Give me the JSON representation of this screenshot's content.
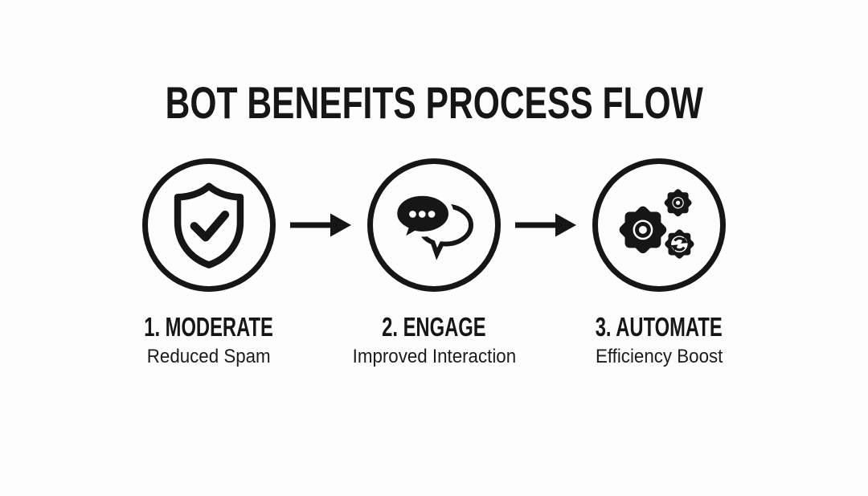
{
  "title": "BOT BENEFITS PROCESS FLOW",
  "steps": [
    {
      "label": "1. MODERATE",
      "sublabel": "Reduced Spam",
      "icon": "shield-check-icon"
    },
    {
      "label": "2. ENGAGE",
      "sublabel": "Improved Interaction",
      "icon": "chat-bubbles-icon"
    },
    {
      "label": "3. AUTOMATE",
      "sublabel": "Efficiency Boost",
      "icon": "gears-automation-icon"
    }
  ],
  "connectors": [
    {
      "icon": "flow-arrow-icon",
      "direction": "right"
    },
    {
      "icon": "flow-arrow-icon",
      "direction": "right"
    }
  ],
  "colors": {
    "ink": "#161616",
    "background": "#fdfdfd"
  }
}
